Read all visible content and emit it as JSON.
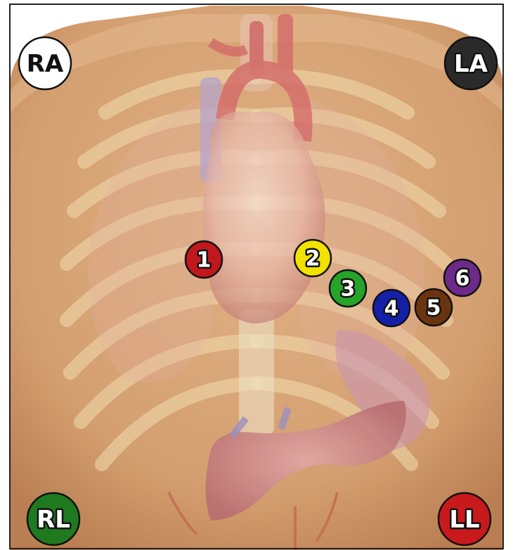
{
  "limb_leads": {
    "ra": {
      "label": "RA",
      "fill": "#ffffff",
      "text": "#111111"
    },
    "la": {
      "label": "LA",
      "fill": "#2a2a2a",
      "text": "#ffffff"
    },
    "rl": {
      "label": "RL",
      "fill": "#1f7a1f",
      "text": "#ffffff"
    },
    "ll": {
      "label": "LL",
      "fill": "#c8191c",
      "text": "#ffffff"
    }
  },
  "chest_leads": {
    "v1": {
      "label": "1",
      "fill": "#c0181c",
      "text": "#ffffff"
    },
    "v2": {
      "label": "2",
      "fill": "#f2e200",
      "text": "#ffffff"
    },
    "v3": {
      "label": "3",
      "fill": "#26a329",
      "text": "#ffffff"
    },
    "v4": {
      "label": "4",
      "fill": "#1420a8",
      "text": "#ffffff"
    },
    "v5": {
      "label": "5",
      "fill": "#6b3410",
      "text": "#ffffff"
    },
    "v6": {
      "label": "6",
      "fill": "#6d2a8a",
      "text": "#ffffff"
    }
  },
  "colors": {
    "skin": "#d9a679",
    "skin_dark": "#c78f60",
    "background": "#ffffff",
    "frame": "#222222"
  }
}
